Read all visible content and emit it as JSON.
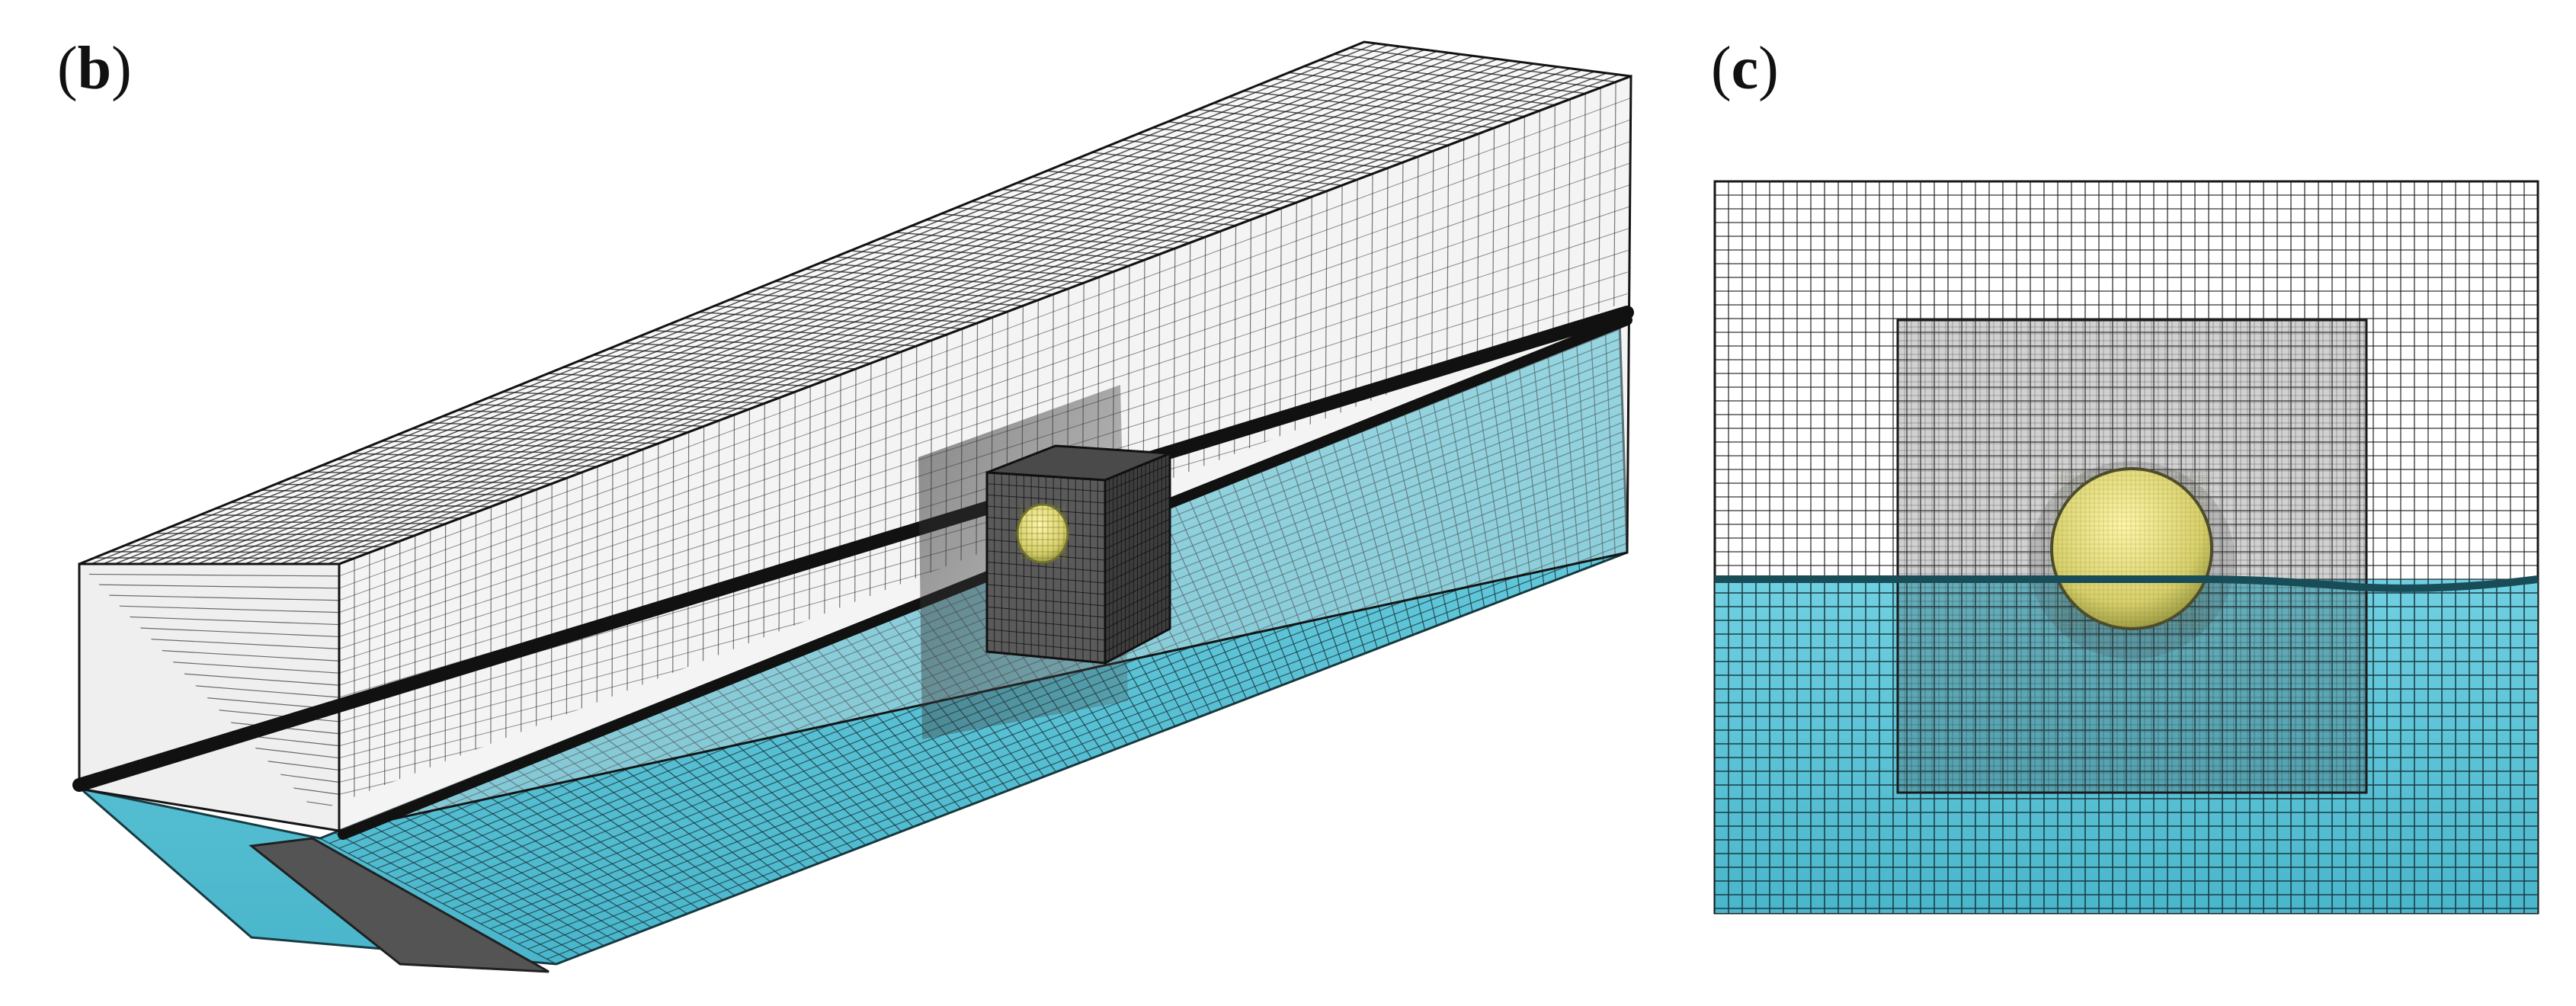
{
  "panels": [
    {
      "key": "b",
      "label": "b"
    },
    {
      "key": "c",
      "label": "c"
    }
  ],
  "colors": {
    "background": "#ffffff",
    "grid": "#111111",
    "water": "#59c3d7",
    "water_dark": "#2f7f90",
    "sphere": "#d8d06b",
    "sphere_dark": "#8d8d3a",
    "refinement": "#6f6f6f",
    "shadow": "#333333"
  }
}
